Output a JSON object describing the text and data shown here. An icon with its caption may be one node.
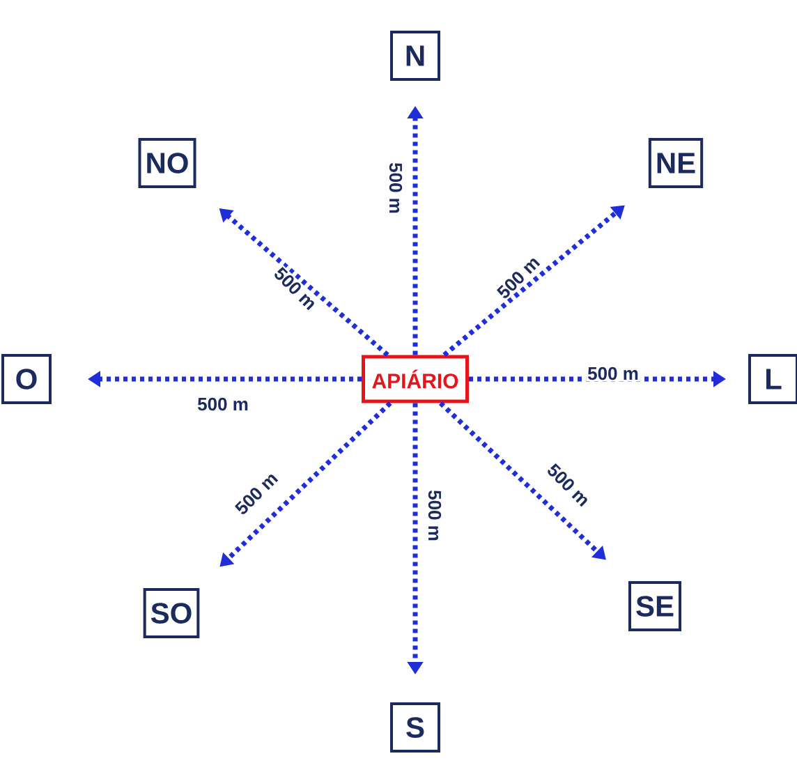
{
  "diagram": {
    "nodes": [
      {
        "text": [
          "N"
        ]
      },
      {
        "text": [
          "NO"
        ]
      },
      {
        "text": [
          "NE"
        ]
      },
      {
        "text": [
          "O"
        ]
      },
      {
        "text": [
          "APIÁRIO"
        ]
      },
      {
        "text": [
          "L"
        ]
      },
      {
        "text": [
          "SO"
        ]
      },
      {
        "text": [
          "SE"
        ]
      },
      {
        "text": [
          "S"
        ]
      }
    ],
    "edges": [
      {
        "from": 4,
        "to": 0,
        "arrow": "to",
        "label": "500 m"
      },
      {
        "from": 4,
        "to": 1,
        "arrow": "to",
        "label": "500 m"
      },
      {
        "from": 4,
        "to": 2,
        "arrow": "to",
        "label": "500 m"
      },
      {
        "from": 4,
        "to": 3,
        "arrow": "to",
        "label": "500 m"
      },
      {
        "from": 4,
        "to": 5,
        "arrow": "to",
        "label": "500 m"
      },
      {
        "from": 4,
        "to": 6,
        "arrow": "to",
        "label": "500 m"
      },
      {
        "from": 4,
        "to": 7,
        "arrow": "to",
        "label": "500 m"
      },
      {
        "from": 4,
        "to": 8,
        "arrow": "to",
        "label": "500 m"
      }
    ]
  }
}
